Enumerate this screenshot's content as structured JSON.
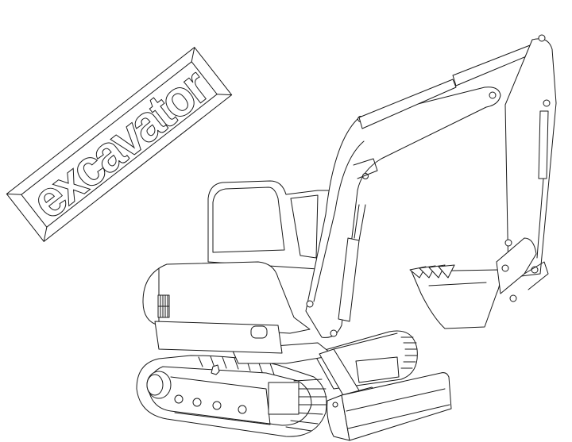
{
  "illustration": {
    "subject": "mini excavator line art",
    "label": {
      "text": "excavator",
      "rotation_deg": -38
    },
    "colors": {
      "line": "#1a1a1a",
      "fill": "#ffffff",
      "background": "#ffffff"
    },
    "parts": [
      "label-plaque",
      "cab",
      "engine-cover",
      "arm-boom",
      "dipper-arm",
      "bucket",
      "hydraulic-cylinders",
      "crawler-track",
      "dozer-blade"
    ]
  }
}
